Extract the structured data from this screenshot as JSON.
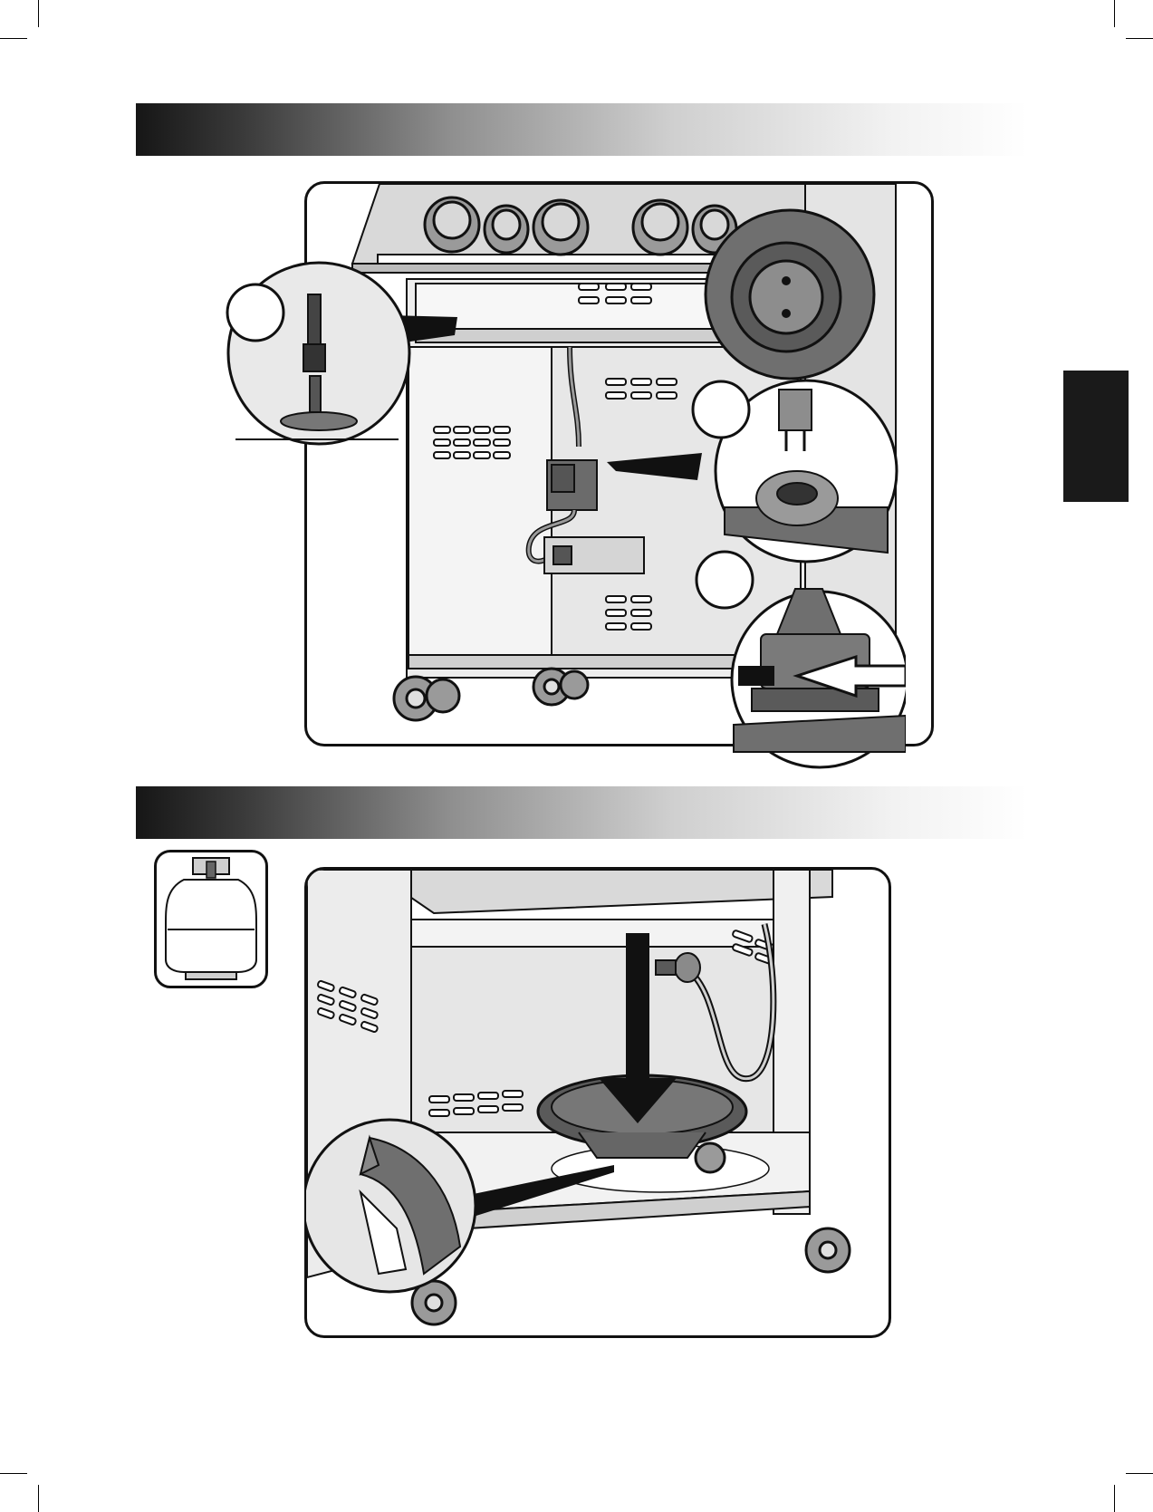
{
  "page": {
    "sections": [
      {
        "id": "section-1",
        "header_bar": {
          "text": ""
        },
        "callouts": [
          {
            "id": "callout-a",
            "label": ""
          },
          {
            "id": "callout-b",
            "label": ""
          },
          {
            "id": "callout-c",
            "label": ""
          }
        ]
      },
      {
        "id": "section-2",
        "header_bar": {
          "text": ""
        }
      }
    ],
    "side_tab": {
      "text": ""
    },
    "colors": {
      "ink": "#111111",
      "grey_dark": "#4a4a4a",
      "grey_mid": "#6f6f6f",
      "grey_light": "#bdbdbd",
      "tab": "#1a1a1a"
    },
    "icons": [
      "tank-valve-icon",
      "propane-cylinder-icon",
      "drip-pan-icon",
      "grill-cart-icon",
      "power-supply-icon",
      "caster-wheel-icon",
      "down-arrow-icon",
      "left-arrow-icon"
    ]
  }
}
